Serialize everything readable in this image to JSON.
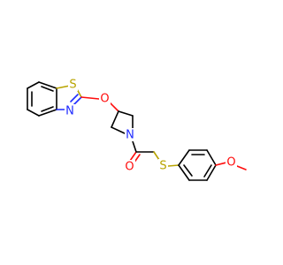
{
  "structure": {
    "atoms": {
      "s_thiazole": "S",
      "n_thiazole": "N",
      "o_ether": "O",
      "n_azetidine": "N",
      "o_carbonyl": "O",
      "s_thioether": "S",
      "o_methoxy": "O"
    },
    "colors": {
      "bond": "#000000",
      "S": "#b8a400",
      "N": "#1f2bff",
      "O": "#ff0d0d"
    }
  }
}
